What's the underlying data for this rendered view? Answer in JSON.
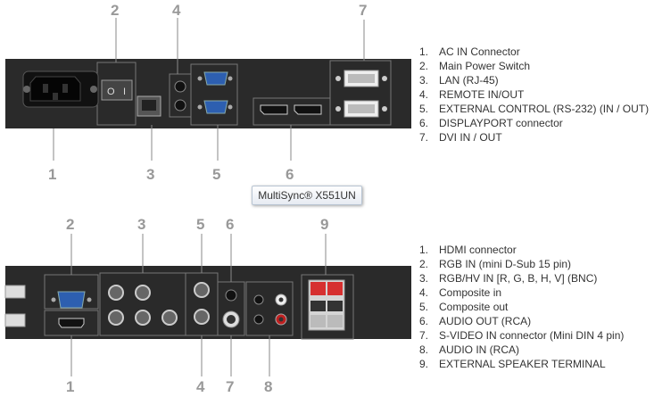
{
  "top": {
    "callouts": [
      "1",
      "2",
      "3",
      "4",
      "5",
      "6",
      "7"
    ],
    "legend": [
      {
        "num": "1.",
        "text": "AC IN Connector"
      },
      {
        "num": "2.",
        "text": "Main Power Switch"
      },
      {
        "num": "3.",
        "text": "LAN (RJ-45)"
      },
      {
        "num": "4.",
        "text": "REMOTE IN/OUT"
      },
      {
        "num": "5.",
        "text": "EXTERNAL CONTROL (RS-232) (IN / OUT)"
      },
      {
        "num": "6.",
        "text": "DISPLAYPORT connector"
      },
      {
        "num": "7.",
        "text": "DVI IN / OUT"
      }
    ]
  },
  "model_label": "MultiSync® X551UN",
  "bottom": {
    "callouts": [
      "1",
      "2",
      "3",
      "4",
      "5",
      "6",
      "7",
      "8",
      "9"
    ],
    "legend": [
      {
        "num": "1.",
        "text": "HDMI connector"
      },
      {
        "num": "2.",
        "text": "RGB IN (mini D-Sub 15 pin)"
      },
      {
        "num": "3.",
        "text": "RGB/HV IN [R, G, B, H, V] (BNC)"
      },
      {
        "num": "4.",
        "text": "Composite in"
      },
      {
        "num": "5.",
        "text": "Composite out"
      },
      {
        "num": "6.",
        "text": "AUDIO OUT (RCA)"
      },
      {
        "num": "7.",
        "text": "S-VIDEO IN connector (Mini DIN 4 pin)"
      },
      {
        "num": "8.",
        "text": "AUDIO IN (RCA)"
      },
      {
        "num": "9.",
        "text": "EXTERNAL SPEAKER TERMINAL"
      }
    ]
  },
  "colors": {
    "panel": "#2a2a2a",
    "vga_blue": "#2d5fb0",
    "speaker_red": "#d63030",
    "rca_red": "#c02020"
  }
}
